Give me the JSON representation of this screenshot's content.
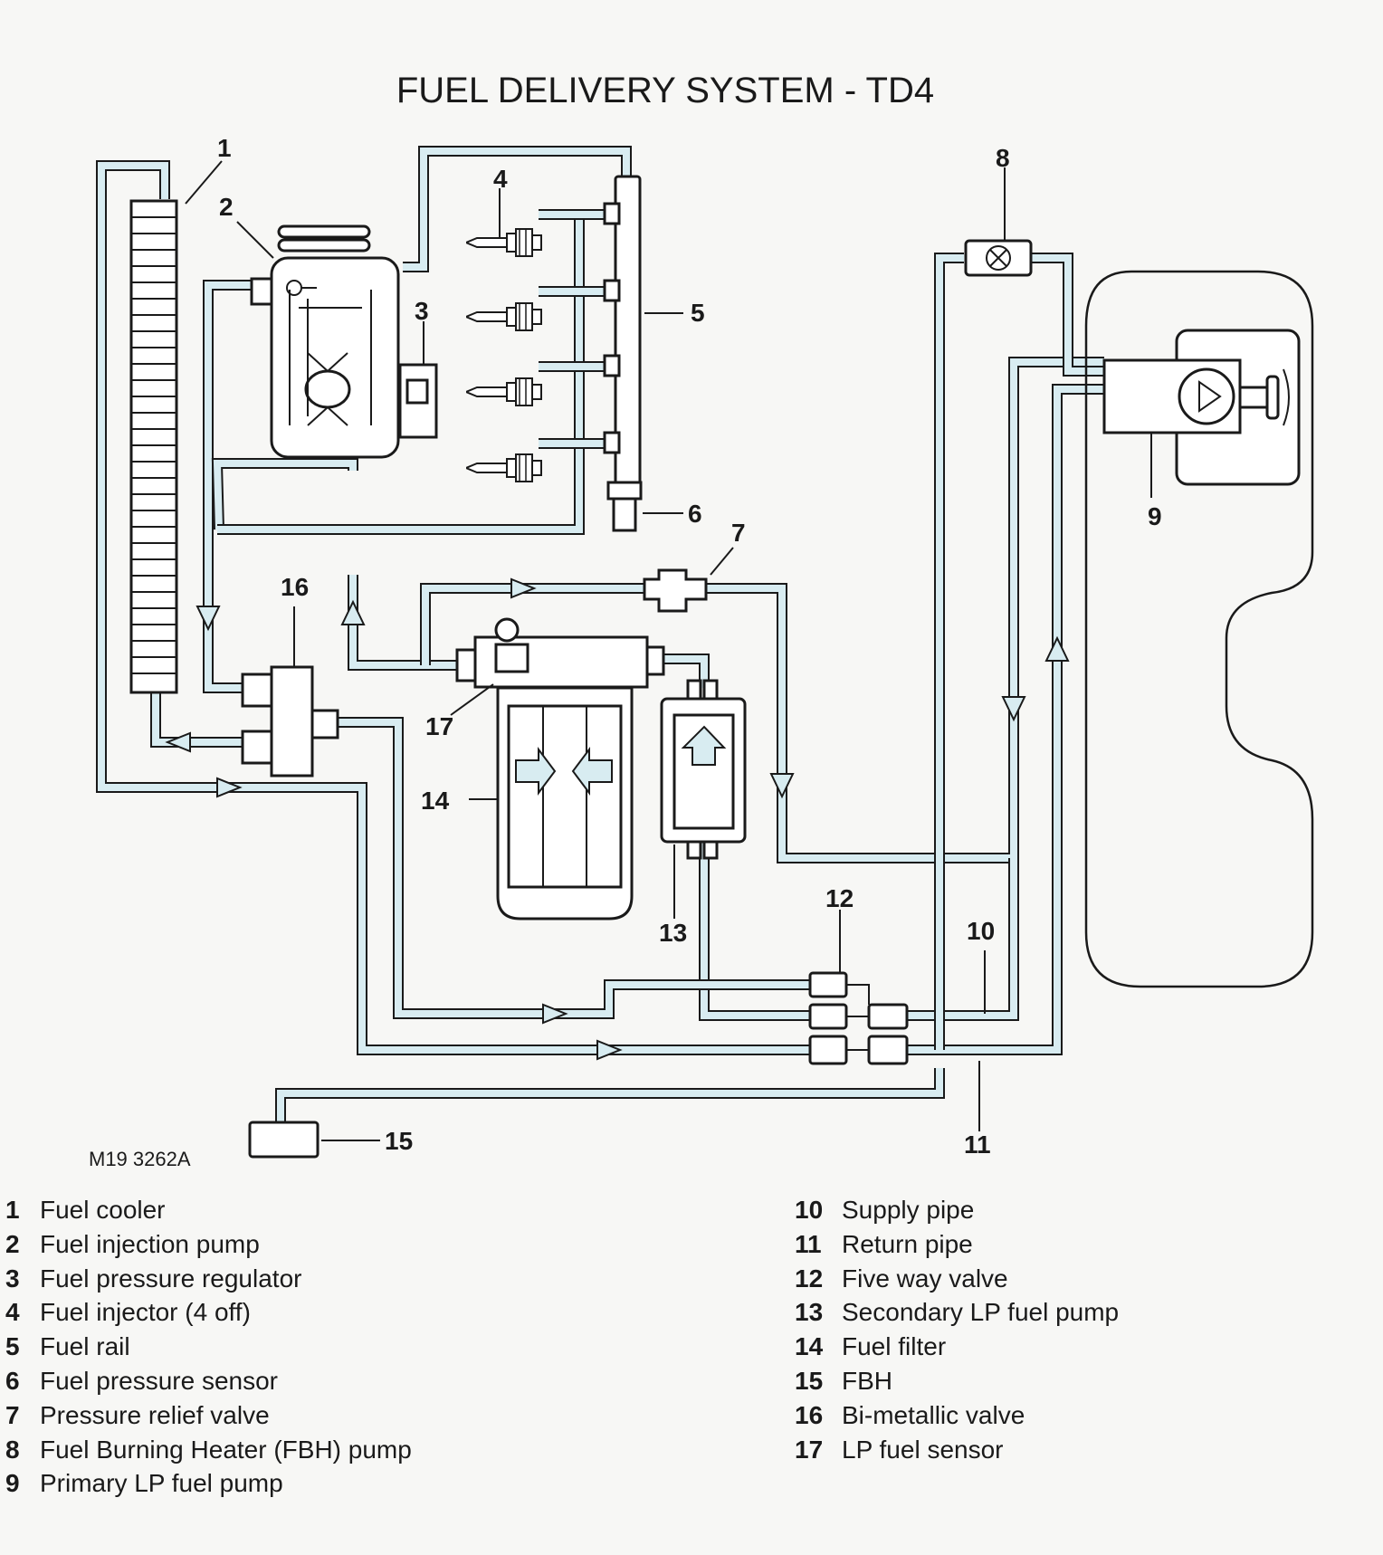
{
  "diagram": {
    "title": "FUEL DELIVERY SYSTEM - TD4",
    "figure_code": "M19 3262A",
    "colors": {
      "line": "#1a1a1a",
      "pipe_fill": "#d8ecf1",
      "background": "#f7f7f5"
    },
    "callouts": [
      "1",
      "2",
      "3",
      "4",
      "5",
      "6",
      "7",
      "8",
      "9",
      "10",
      "11",
      "12",
      "13",
      "14",
      "15",
      "16",
      "17"
    ]
  },
  "legend": {
    "left": [
      {
        "num": "1",
        "label": "Fuel cooler"
      },
      {
        "num": "2",
        "label": "Fuel injection pump"
      },
      {
        "num": "3",
        "label": "Fuel pressure regulator"
      },
      {
        "num": "4",
        "label": "Fuel injector (4 off)"
      },
      {
        "num": "5",
        "label": "Fuel rail"
      },
      {
        "num": "6",
        "label": "Fuel pressure sensor"
      },
      {
        "num": "7",
        "label": "Pressure relief valve"
      },
      {
        "num": "8",
        "label": "Fuel Burning Heater (FBH) pump"
      },
      {
        "num": "9",
        "label": "Primary LP fuel pump"
      }
    ],
    "right": [
      {
        "num": "10",
        "label": "Supply pipe"
      },
      {
        "num": "11",
        "label": "Return pipe"
      },
      {
        "num": "12",
        "label": "Five way valve"
      },
      {
        "num": "13",
        "label": "Secondary LP fuel pump"
      },
      {
        "num": "14",
        "label": "Fuel filter"
      },
      {
        "num": "15",
        "label": "FBH"
      },
      {
        "num": "16",
        "label": "Bi-metallic valve"
      },
      {
        "num": "17",
        "label": "LP fuel sensor"
      }
    ]
  }
}
